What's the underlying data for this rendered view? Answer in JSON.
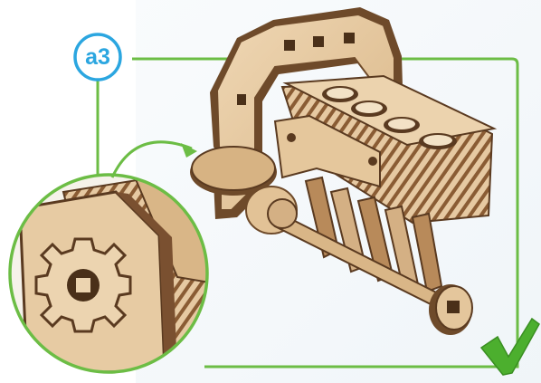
{
  "step": {
    "label": "a3"
  },
  "colors": {
    "accent_blue": "#2ba6e0",
    "guide_green": "#6cbd45",
    "checkmark_green": "#4caf2e",
    "wood_light": "#e6c9a2",
    "wood_edge": "#6e4a2a",
    "wood_dark": "#8a5c34",
    "background_tint": "#e9f0f5"
  },
  "icons": {
    "step_badge": "circle-badge",
    "arrow": "curved-arrow",
    "check": "checkmark-icon"
  }
}
